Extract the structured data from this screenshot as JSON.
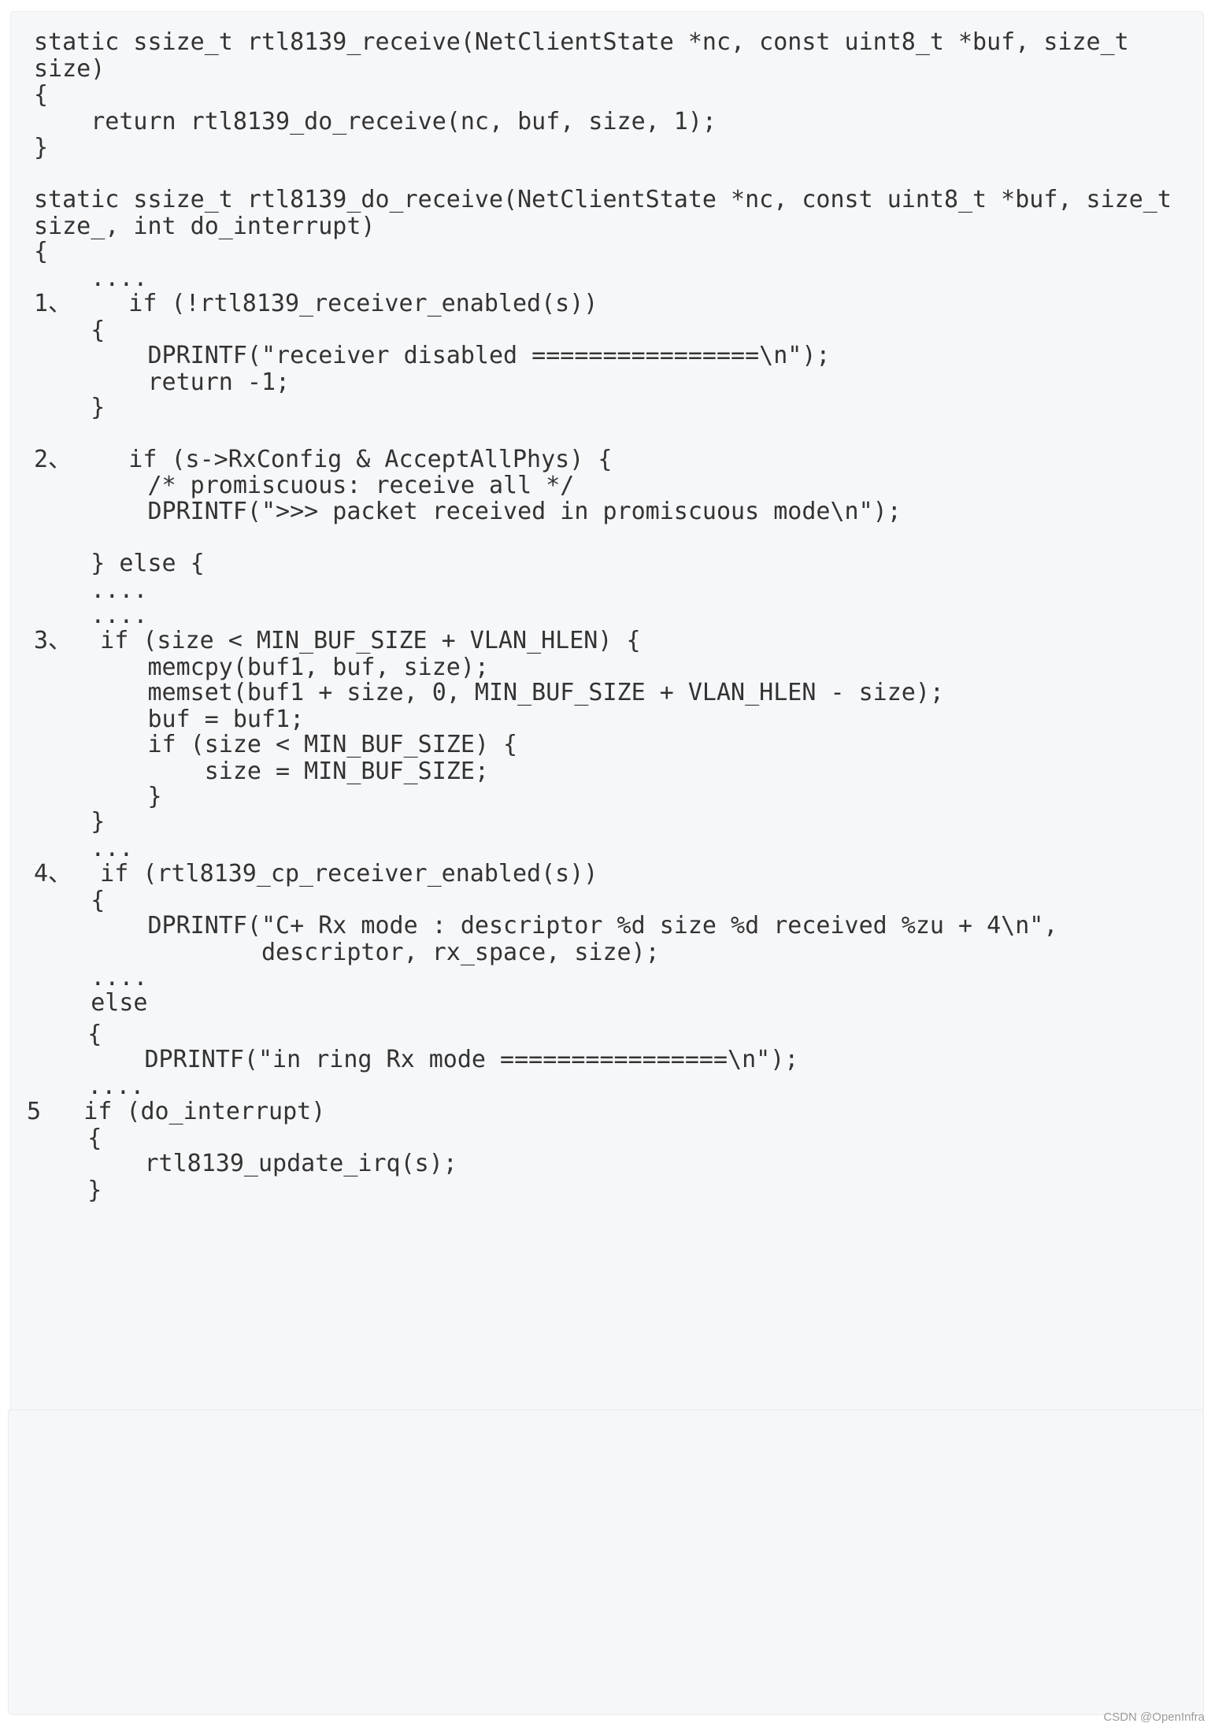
{
  "code": {
    "lines": [
      "static ssize_t rtl8139_receive(NetClientState *nc, const uint8_t *buf, size_t",
      "size)",
      "{",
      "    return rtl8139_do_receive(nc, buf, size, 1);",
      "}",
      "",
      "static ssize_t rtl8139_do_receive(NetClientState *nc, const uint8_t *buf, size_t",
      "size_, int do_interrupt)",
      "{",
      "    ....",
      "1、    if (!rtl8139_receiver_enabled(s))",
      "    {",
      "        DPRINTF(\"receiver disabled ================\\n\");",
      "        return -1;",
      "    }",
      "",
      "2、    if (s->RxConfig & AcceptAllPhys) {",
      "        /* promiscuous: receive all */",
      "        DPRINTF(\">>> packet received in promiscuous mode\\n\");",
      "",
      "    } else {",
      "    ....",
      "    ....",
      "3、  if (size < MIN_BUF_SIZE + VLAN_HLEN) {",
      "        memcpy(buf1, buf, size);",
      "        memset(buf1 + size, 0, MIN_BUF_SIZE + VLAN_HLEN - size);",
      "        buf = buf1;",
      "        if (size < MIN_BUF_SIZE) {",
      "            size = MIN_BUF_SIZE;",
      "        }",
      "    }",
      "    ...",
      "4、  if (rtl8139_cp_receiver_enabled(s))",
      "    {",
      "        DPRINTF(\"C+ Rx mode : descriptor %d size %d received %zu + 4\\n\",",
      "                descriptor, rx_space, size);",
      "    ....",
      "    else",
      "    {",
      "        DPRINTF(\"in ring Rx mode ================\\n\");",
      "    ....",
      "5   if (do_interrupt)",
      "    {",
      "        rtl8139_update_irq(s);",
      "    }"
    ]
  },
  "watermark": "CSDN @OpenInfra"
}
